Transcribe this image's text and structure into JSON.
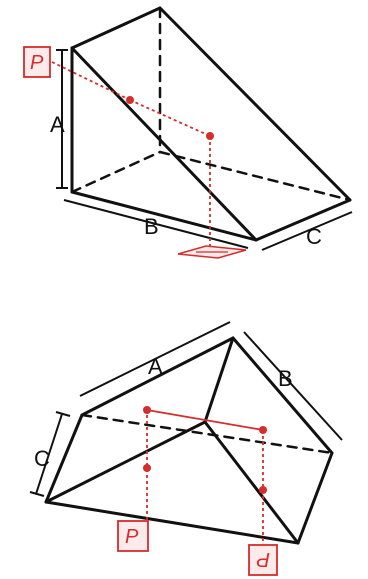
{
  "colors": {
    "line": "#111111",
    "ray": "#d62c2c",
    "background": "#ffffff"
  },
  "top_figure": {
    "dim_a": "A",
    "dim_b": "B",
    "dim_c": "C",
    "input_mark": "P"
  },
  "bottom_figure": {
    "dim_a": "A",
    "dim_b": "B",
    "dim_c": "C",
    "input_mark": "P",
    "output_mark": "P"
  }
}
